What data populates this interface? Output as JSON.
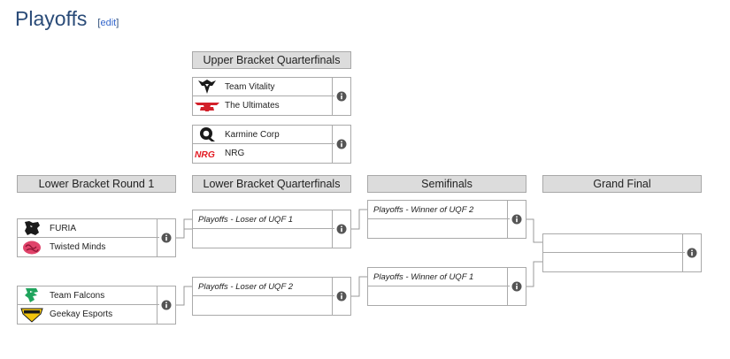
{
  "page": {
    "title": "Playoffs",
    "edit_open": "[",
    "edit_label": "edit",
    "edit_close": "]"
  },
  "rounds": {
    "ubqf": "Upper Bracket Quarterfinals",
    "lbr1": "Lower Bracket Round 1",
    "lbqf": "Lower Bracket Quarterfinals",
    "sf": "Semifinals",
    "gf": "Grand Final"
  },
  "matches": {
    "ubqf1": {
      "team1": "Team Vitality",
      "team2": "The Ultimates"
    },
    "ubqf2": {
      "team1": "Karmine Corp",
      "team2": "NRG"
    },
    "lbr1_1": {
      "team1": "FURIA",
      "team2": "Twisted Minds"
    },
    "lbr1_2": {
      "team1": "Team Falcons",
      "team2": "Geekay Esports"
    },
    "lbqf1": {
      "team1": "Playoffs - Loser of UQF 1",
      "team2": ""
    },
    "lbqf2": {
      "team1": "Playoffs - Loser of UQF 2",
      "team2": ""
    },
    "sf1": {
      "team1": "Playoffs - Winner of UQF 2",
      "team2": ""
    },
    "sf2": {
      "team1": "Playoffs - Winner of UQF 1",
      "team2": ""
    },
    "gf": {
      "team1": "",
      "team2": ""
    }
  },
  "logos": {
    "team_vitality": "wasp-logo-icon",
    "the_ultimates": "ultimates-logo-icon",
    "karmine_corp": "karmine-logo-icon",
    "nrg": "nrg-logo-icon",
    "furia": "furia-panther-icon",
    "twisted_minds": "twisted-minds-brain-icon",
    "team_falcons": "falcon-logo-icon",
    "geekay": "geekay-logo-icon"
  },
  "colors": {
    "title": "#2a4b78",
    "link": "#3366cc",
    "header_bg": "#dcdcdc",
    "border": "#aaaaaa",
    "line": "#999999",
    "nrg_red": "#e31b23",
    "falcons_green": "#1fa45c",
    "ultimates_red": "#d3202a"
  }
}
